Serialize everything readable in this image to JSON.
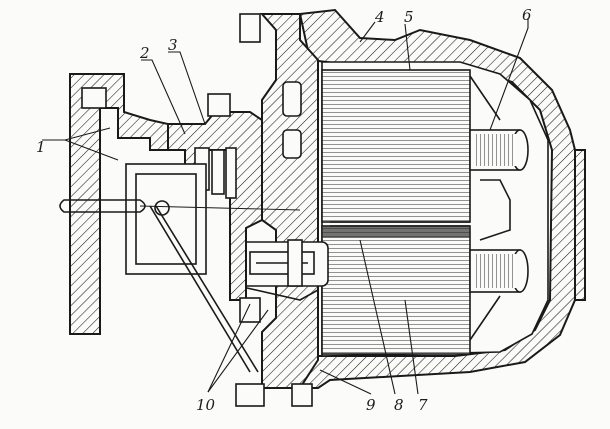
{
  "figure": {
    "labels": {
      "l1": "1",
      "l2": "2",
      "l3": "3",
      "l4": "4",
      "l5": "5",
      "l6": "6",
      "l7": "7",
      "l8": "8",
      "l9": "9",
      "l10": "10"
    }
  },
  "colors": {
    "ink": "#1a1a1a",
    "paper": "#fbfbf9"
  }
}
